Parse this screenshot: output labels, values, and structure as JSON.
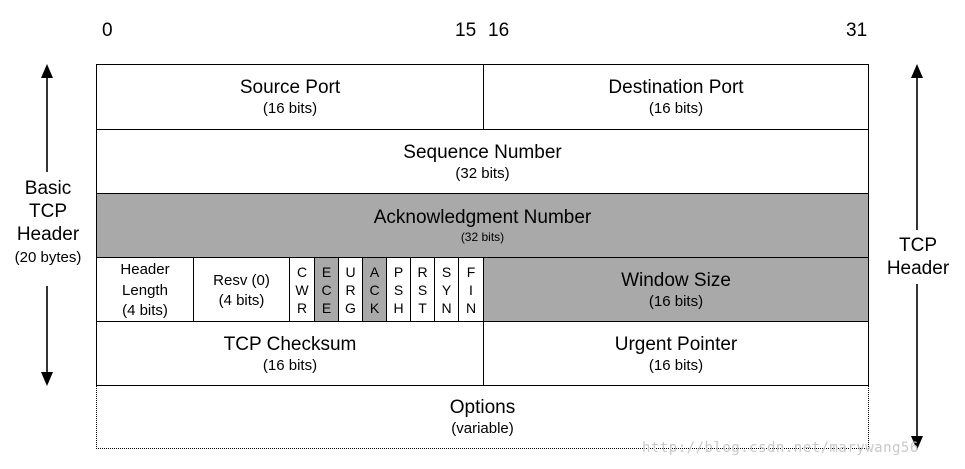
{
  "bit_numbers": {
    "b0": "0",
    "b15": "15",
    "b16": "16",
    "b31": "31"
  },
  "fields": {
    "source_port": {
      "name": "Source Port",
      "size": "(16 bits)"
    },
    "destination_port": {
      "name": "Destination Port",
      "size": "(16 bits)"
    },
    "sequence_number": {
      "name": "Sequence Number",
      "size": "(32 bits)"
    },
    "acknowledgment_number": {
      "name": "Acknowledgment Number",
      "size": "(32 bits)"
    },
    "header_length": {
      "line1": "Header",
      "line2": "Length",
      "size": "(4 bits)"
    },
    "reserved": {
      "name": "Resv (0)",
      "size": "(4 bits)"
    },
    "window_size": {
      "name": "Window Size",
      "size": "(16 bits)"
    },
    "tcp_checksum": {
      "name": "TCP Checksum",
      "size": "(16 bits)"
    },
    "urgent_pointer": {
      "name": "Urgent Pointer",
      "size": "(16 bits)"
    },
    "options": {
      "name": "Options",
      "size": "(variable)"
    }
  },
  "flags": [
    {
      "letters": [
        "C",
        "W",
        "R"
      ],
      "shaded": false
    },
    {
      "letters": [
        "E",
        "C",
        "E"
      ],
      "shaded": true
    },
    {
      "letters": [
        "U",
        "R",
        "G"
      ],
      "shaded": false
    },
    {
      "letters": [
        "A",
        "C",
        "K"
      ],
      "shaded": true
    },
    {
      "letters": [
        "P",
        "S",
        "H"
      ],
      "shaded": false
    },
    {
      "letters": [
        "R",
        "S",
        "T"
      ],
      "shaded": false
    },
    {
      "letters": [
        "S",
        "Y",
        "N"
      ],
      "shaded": false
    },
    {
      "letters": [
        "F",
        "I",
        "N"
      ],
      "shaded": false
    }
  ],
  "left_label": {
    "line1": "Basic",
    "line2": "TCP",
    "line3": "Header",
    "line4": "(20 bytes)"
  },
  "right_label": {
    "line1": "TCP",
    "line2": "Header"
  },
  "watermark": "http://blog.csdn.net/marywang56",
  "colors": {
    "shaded": "#a9a9a9",
    "border": "#000000"
  }
}
